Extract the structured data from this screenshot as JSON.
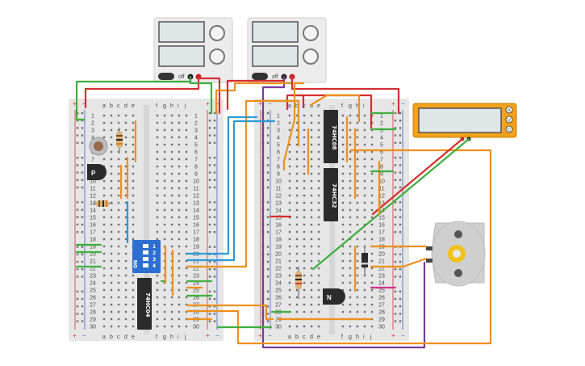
{
  "colors": {
    "board": "#e6e6e6",
    "board_center": "#d6d6d6",
    "hole": "#6f6f6f",
    "rail_red": "#d03030",
    "rail_blue": "#3a62c8",
    "wire_red": "#d42e2e",
    "wire_green": "#3fae3f",
    "wire_orange": "#ef8f1a",
    "wire_blue": "#2a9ad6",
    "wire_purple": "#7a3a9a",
    "wire_magenta": "#d03090",
    "chip": "#2b2b2b",
    "multimeter": "#f3a11a",
    "motor_body": "#cfcfcf",
    "motor_gear": "#f0c21a"
  },
  "columns_left": [
    "a",
    "b",
    "c",
    "d",
    "e"
  ],
  "columns_right": [
    "f",
    "g",
    "h",
    "i",
    "j"
  ],
  "rail_signs": {
    "plus": "+",
    "minus": "−"
  },
  "row_numbers": [
    "1",
    "2",
    "3",
    "4",
    "5",
    "6",
    "7",
    "8",
    "9",
    "10",
    "11",
    "12",
    "13",
    "14",
    "15",
    "16",
    "17",
    "18",
    "19",
    "20",
    "21",
    "22",
    "23",
    "24",
    "25",
    "26",
    "27",
    "28",
    "29",
    "30"
  ],
  "chips": {
    "chip_7408": "74HC08",
    "chip_7432": "74HC32",
    "chip_7404": "74HC04"
  },
  "transistors": {
    "pnp": "P",
    "npn": "N"
  },
  "dip_switch": {
    "on_label": "ON",
    "positions": [
      "1",
      "2",
      "3",
      "4"
    ]
  },
  "power_supply": {
    "switch_label": "off"
  },
  "multimeter": {
    "terminals": [
      "A",
      "V",
      "C"
    ]
  },
  "icons": {
    "psu_knob": "knob-icon",
    "photoresistor": "photoresistor-icon",
    "motor_gear": "gear-icon",
    "diode": "diode-icon"
  }
}
